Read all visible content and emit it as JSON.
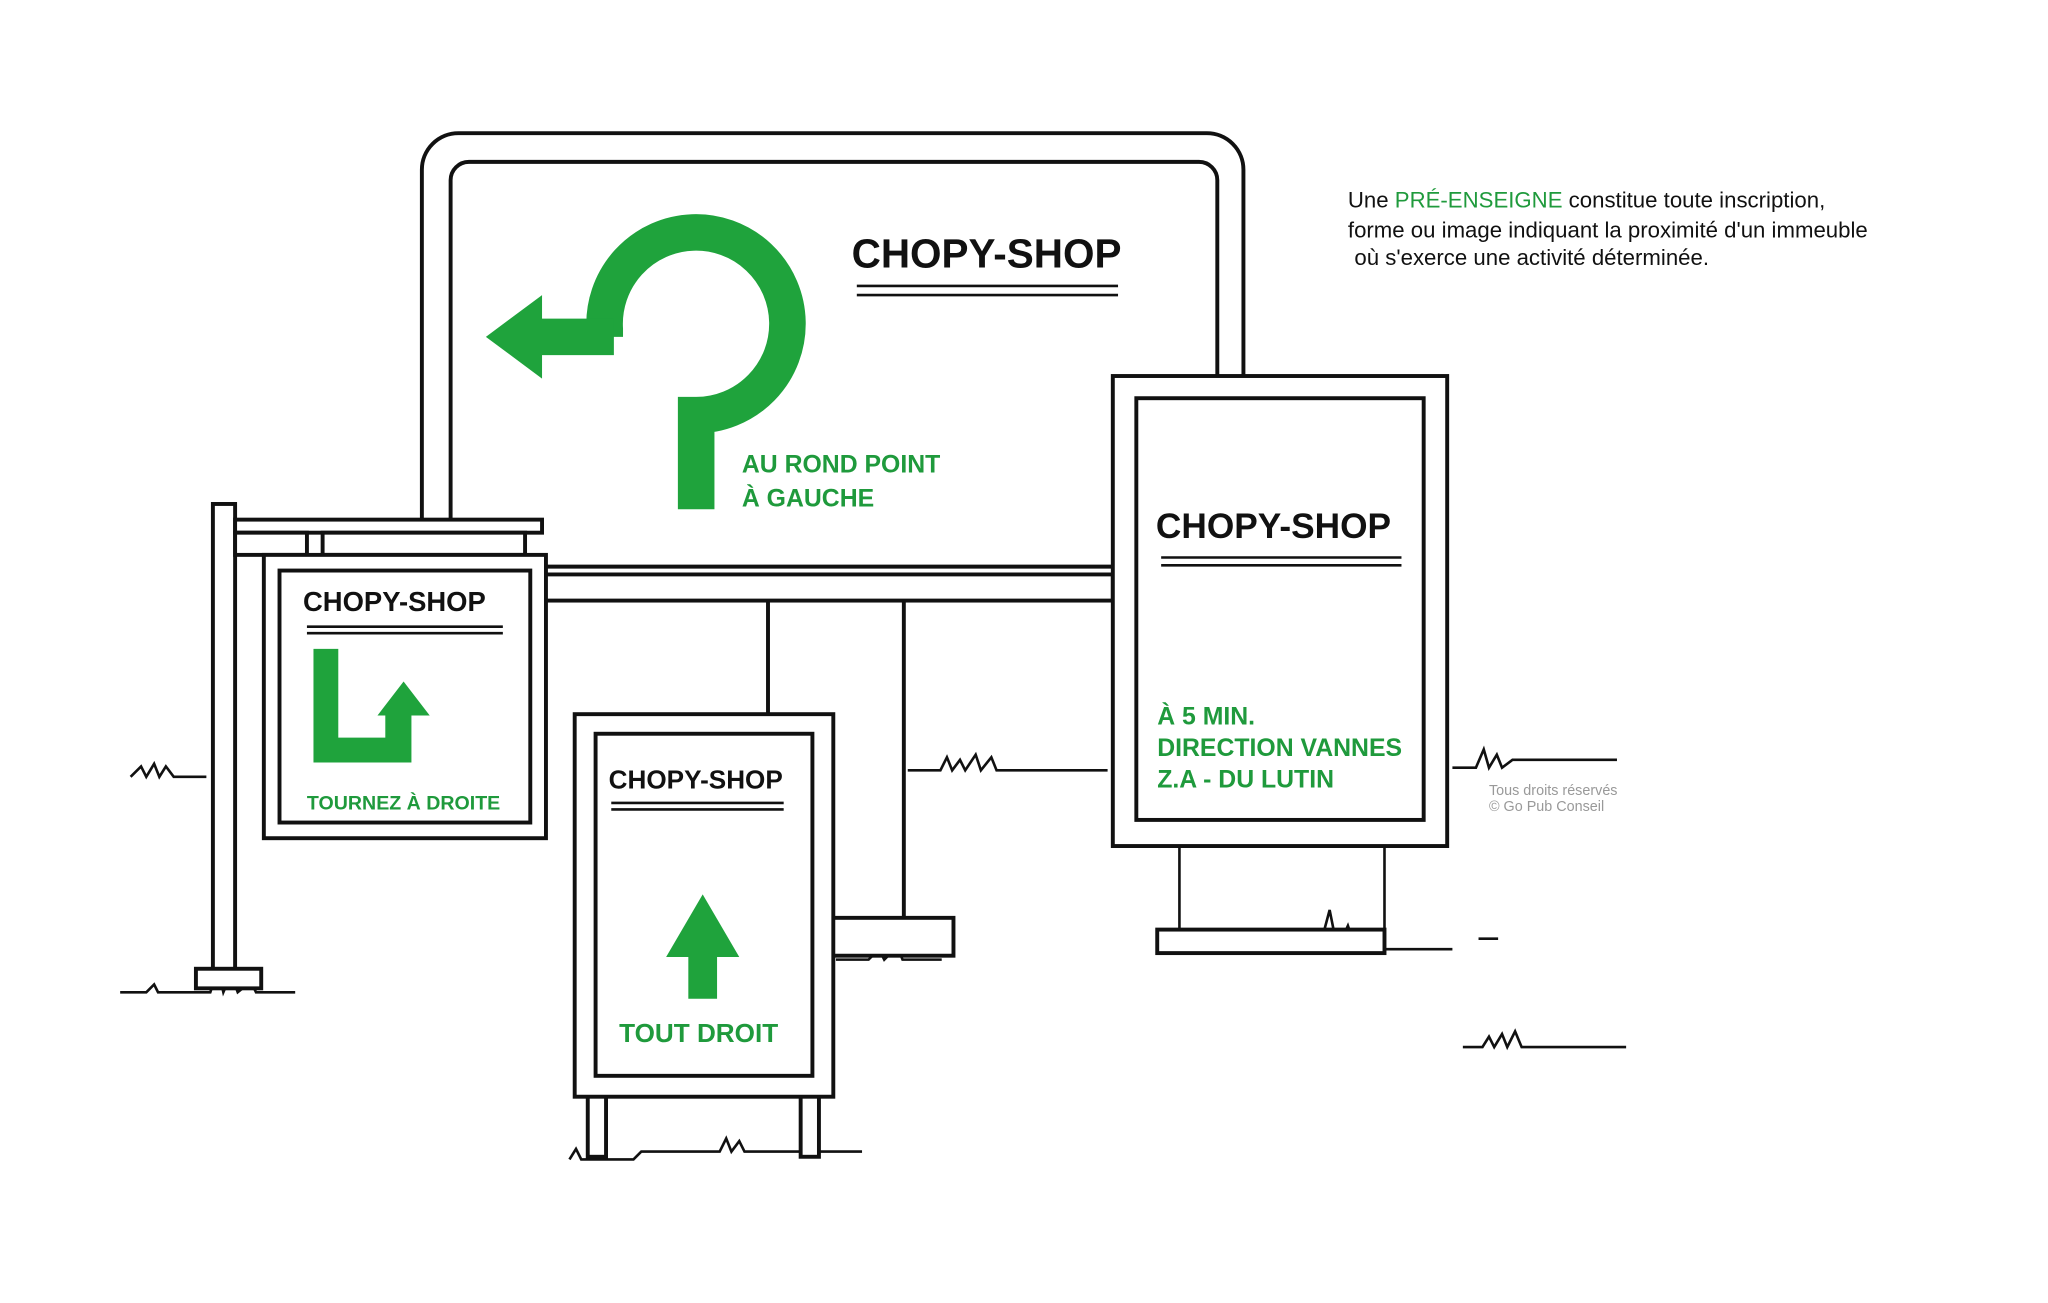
{
  "description": {
    "prefix": "Une ",
    "highlight": "PRÉ-ENSEIGNE",
    "line1_rest": " constitue toute inscription,",
    "line2": "forme ou image indiquant la proximité d'un immeuble",
    "line3": "où s'exerce une activité déterminée."
  },
  "watermark": {
    "line1": "Tous droits réservés",
    "line2": "© Go Pub Conseil"
  },
  "colors": {
    "green": "#1fa33c",
    "ink": "#111111"
  },
  "signs": {
    "billboard": {
      "brand": "CHOPY-SHOP",
      "line1": "AU ROND POINT",
      "line2": "À GAUCHE",
      "icon": "roundabout-left-arrow"
    },
    "right_panel": {
      "brand": "CHOPY-SHOP",
      "line1": "À 5 MIN.",
      "line2": "DIRECTION VANNES",
      "line3": "Z.A - DU LUTIN"
    },
    "left_hanging": {
      "brand": "CHOPY-SHOP",
      "line1": "TOURNEZ À DROITE",
      "icon": "turn-right-arrow"
    },
    "sandwich_board": {
      "brand": "CHOPY-SHOP",
      "line1": "TOUT DROIT",
      "icon": "straight-arrow"
    }
  }
}
